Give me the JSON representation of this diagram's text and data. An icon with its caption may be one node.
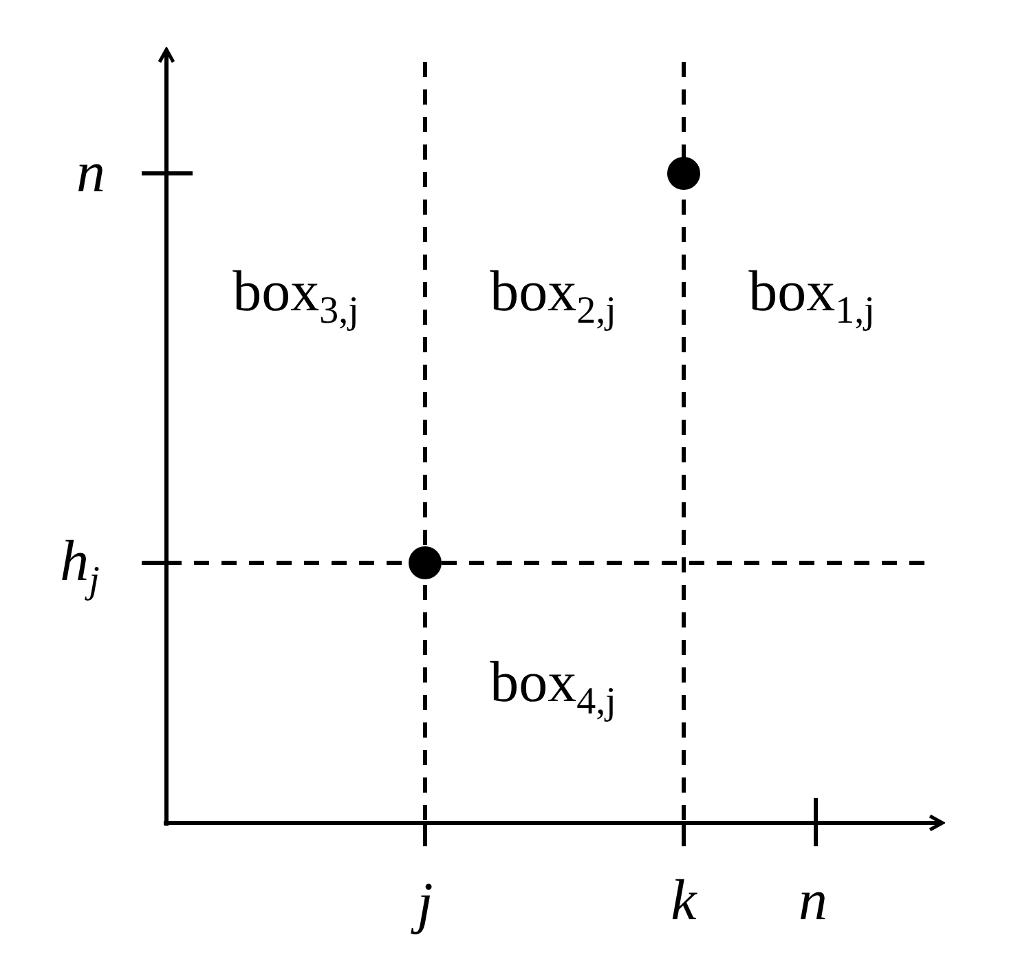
{
  "diagram": {
    "labels": [
      "n",
      "box$_{3,j}$",
      "box$_{2,j}$",
      "box$_{1,j}$",
      "h$_{j}$",
      "box$_{4,j}$",
      "j",
      "k",
      "n"
    ]
  }
}
